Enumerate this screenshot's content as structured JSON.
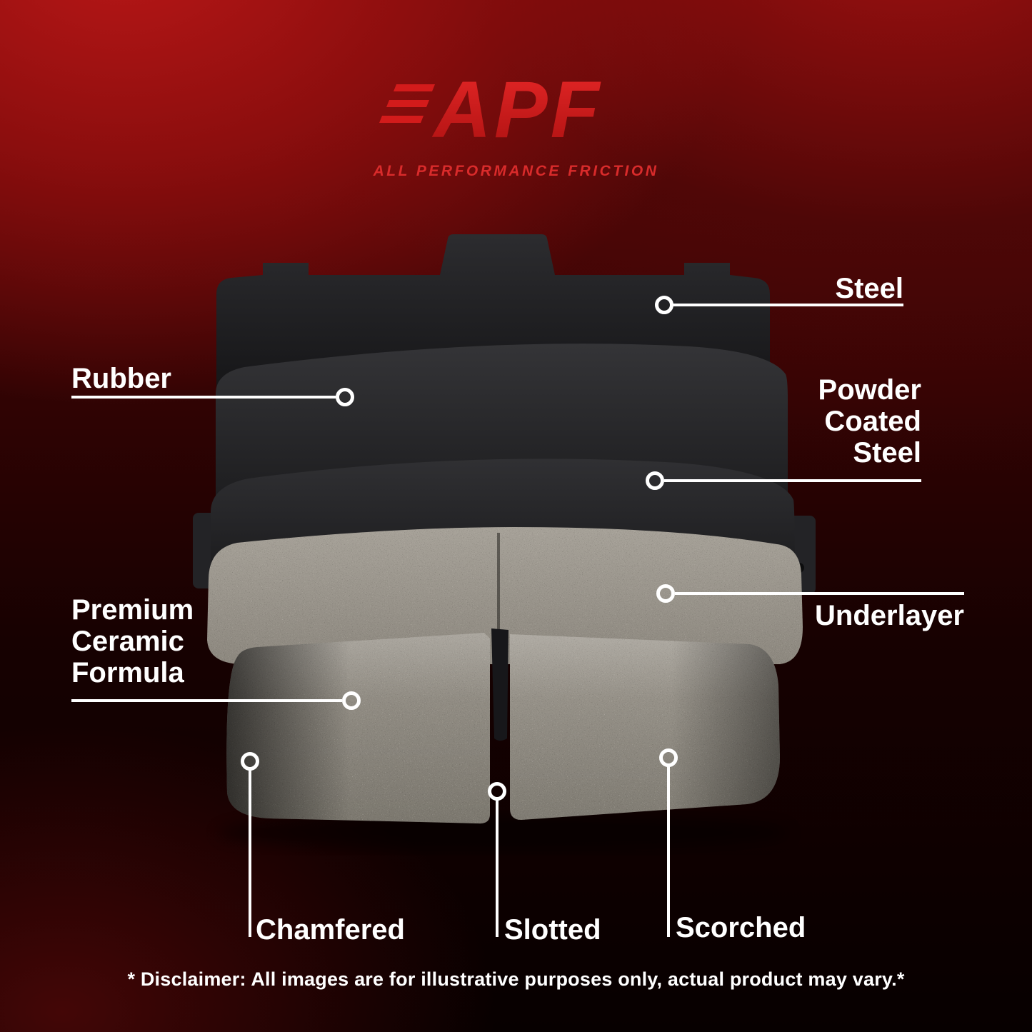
{
  "brand": {
    "logo": "APF",
    "tagline": "ALL PERFORMANCE FRICTION"
  },
  "callouts": {
    "steel": "Steel",
    "rubber": "Rubber",
    "powder_coated_steel": "Powder\nCoated\nSteel",
    "underlayer": "Underlayer",
    "premium_ceramic_formula": "Premium\nCeramic\nFormula",
    "chamfered": "Chamfered",
    "slotted": "Slotted",
    "scorched": "Scorched"
  },
  "colors": {
    "accent_red": "#d31b1b",
    "background_red": "#7a0b0b",
    "label_text": "#ffffff"
  },
  "disclaimer": "* Disclaimer: All images are for illustrative purposes only, actual product may vary.*"
}
